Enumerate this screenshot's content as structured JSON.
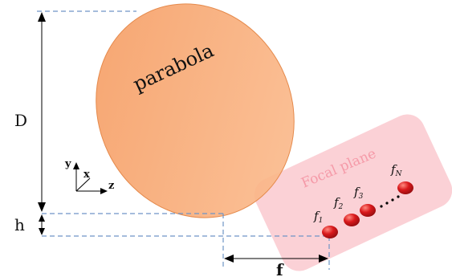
{
  "labels": {
    "parabola": "parabola",
    "focal_plane": "Focal plane",
    "dim_D": "D",
    "dim_h": "h",
    "dim_f": "f",
    "axis_y": "y",
    "axis_x": "x",
    "axis_z": "z",
    "feeds": [
      {
        "base": "f",
        "sub": "1"
      },
      {
        "base": "f",
        "sub": "2"
      },
      {
        "base": "f",
        "sub": "3"
      },
      {
        "base": "f",
        "sub": "N"
      }
    ]
  },
  "colors": {
    "parabola_fill": "#f7a26c",
    "focal_plane_fill": "#f9c2c8",
    "focal_plane_text": "#f59aa8",
    "feed_dot": "#d0171b",
    "dashed_line": "#6f95c6",
    "dimension_line": "#000000"
  }
}
